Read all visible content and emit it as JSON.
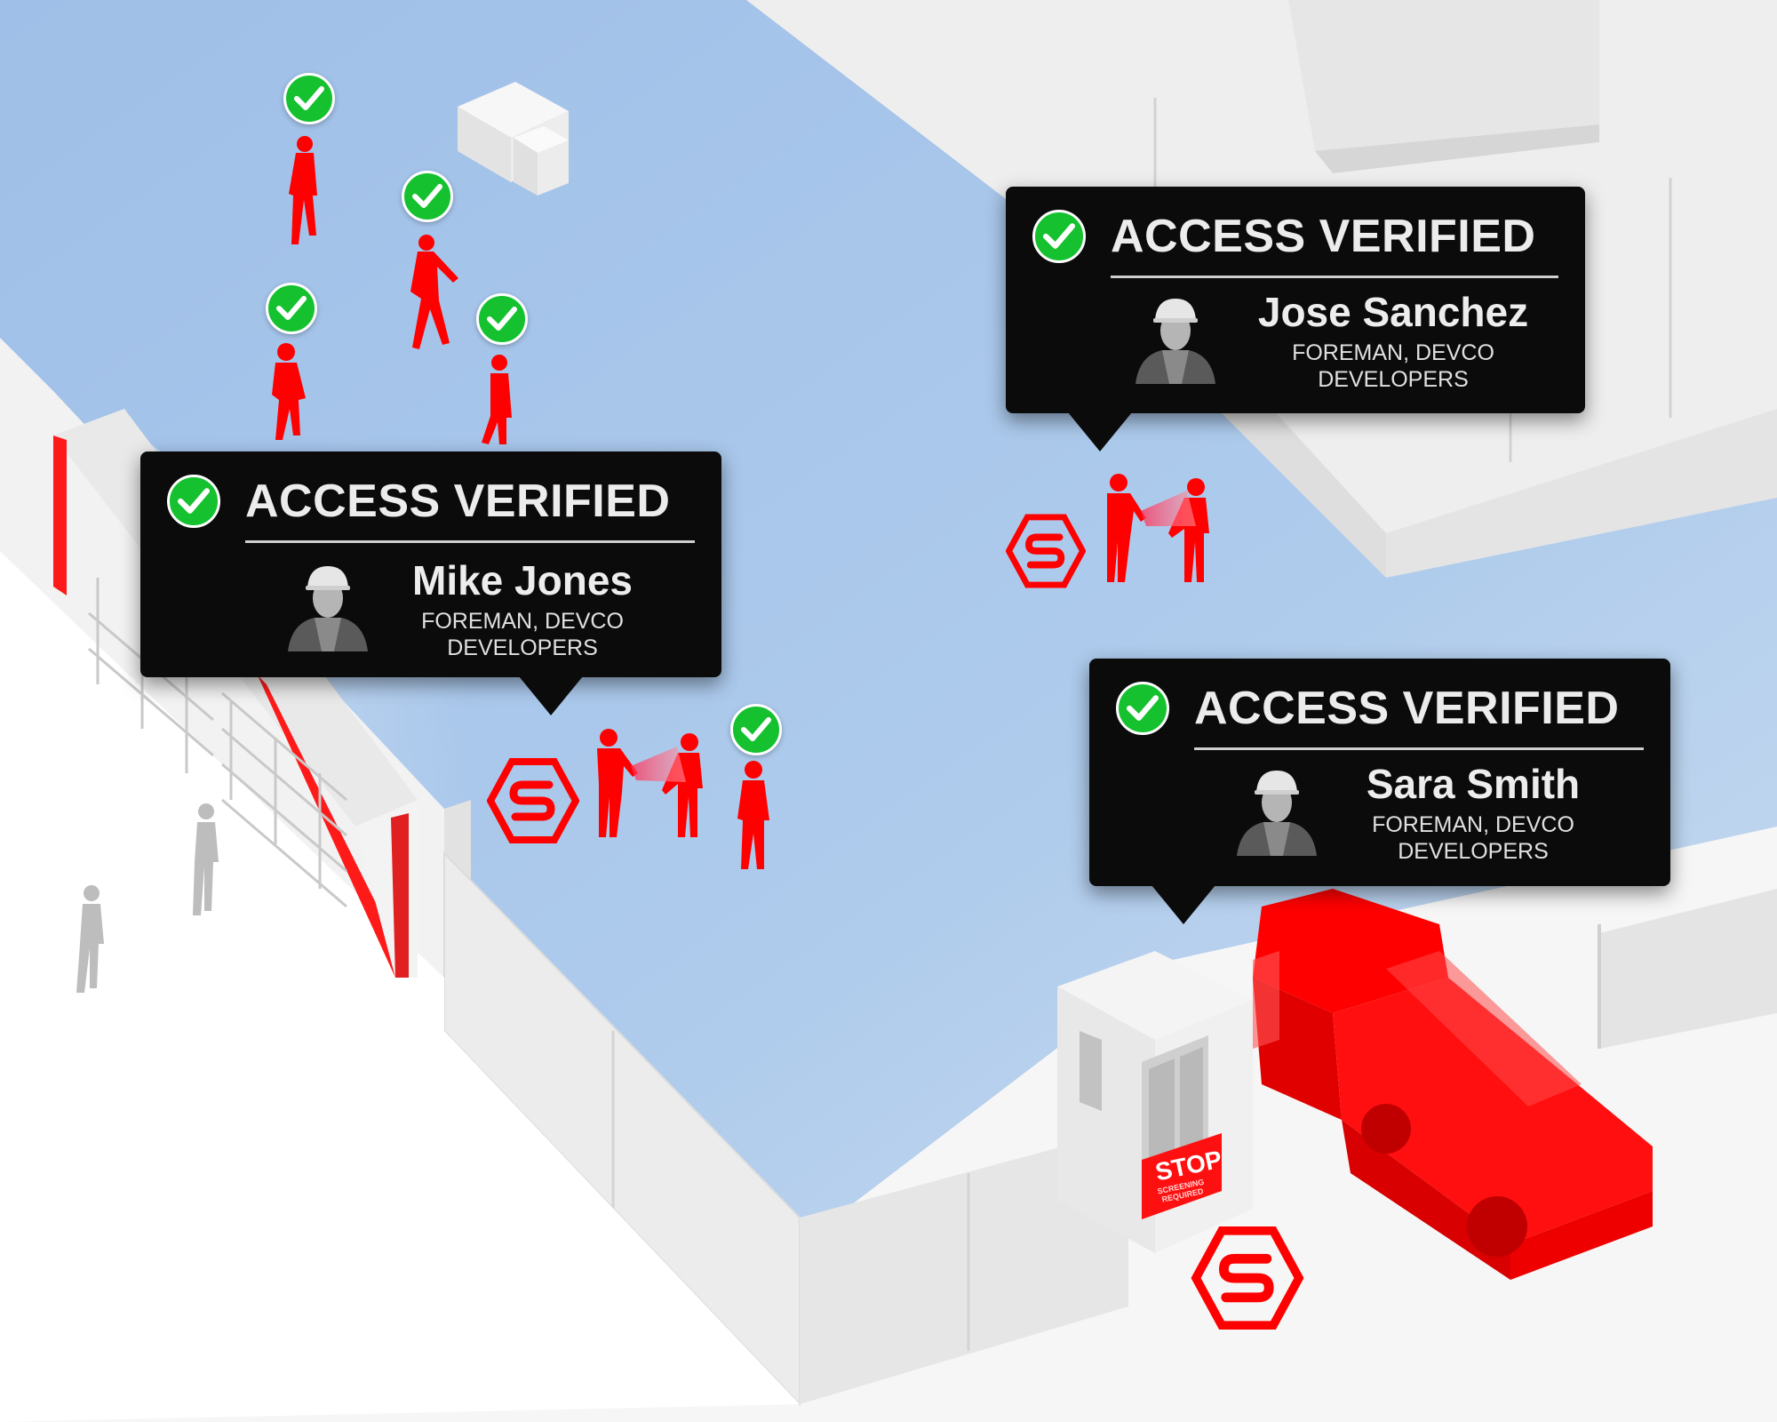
{
  "scene": {
    "colors": {
      "accent_red": "#ff0000",
      "verified_green": "#15c12e",
      "floor_blue": "#a9c6ea",
      "card_bg": "#0b0b0b"
    }
  },
  "cards": [
    {
      "id": "card-mike",
      "status": "ACCESS VERIFIED",
      "name": "Mike Jones",
      "role_line1": "FOREMAN, DEVCO",
      "role_line2": "DEVELOPERS",
      "icon": "check-icon"
    },
    {
      "id": "card-jose",
      "status": "ACCESS VERIFIED",
      "name": "Jose Sanchez",
      "role_line1": "FOREMAN, DEVCO",
      "role_line2": "DEVELOPERS",
      "icon": "check-icon"
    },
    {
      "id": "card-sara",
      "status": "ACCESS VERIFIED",
      "name": "Sara Smith",
      "role_line1": "FOREMAN, DEVCO",
      "role_line2": "DEVELOPERS",
      "icon": "check-icon"
    }
  ],
  "guard_booth": {
    "sign_text": "STOP",
    "sign_subtext_1": "SCREENING",
    "sign_subtext_2": "REQUIRED"
  },
  "logo_icon": "s-hexagon-logo-icon"
}
